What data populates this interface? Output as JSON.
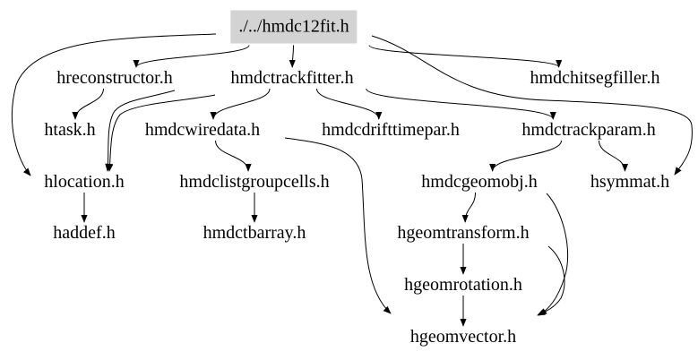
{
  "graph": {
    "root_fill": "#d3d3d3",
    "edge_color": "#000000",
    "nodes": [
      {
        "id": "hmdc12fit",
        "label": "./../hmdc12fit.h",
        "root": true
      },
      {
        "id": "hreconstructor",
        "label": "hreconstructor.h"
      },
      {
        "id": "hmdctrackfitter",
        "label": "hmdctrackfitter.h"
      },
      {
        "id": "hmdchitsegfiller",
        "label": "hmdchitsegfiller.h"
      },
      {
        "id": "htask",
        "label": "htask.h"
      },
      {
        "id": "hmdcwiredata",
        "label": "hmdcwiredata.h"
      },
      {
        "id": "hmdcdrifttimepar",
        "label": "hmdcdrifttimepar.h"
      },
      {
        "id": "hmdctrackparam",
        "label": "hmdctrackparam.h"
      },
      {
        "id": "hlocation",
        "label": "hlocation.h"
      },
      {
        "id": "hmdclistgroupcells",
        "label": "hmdclistgroupcells.h"
      },
      {
        "id": "hmdcgeomobj",
        "label": "hmdcgeomobj.h"
      },
      {
        "id": "hsymmat",
        "label": "hsymmat.h"
      },
      {
        "id": "haddef",
        "label": "haddef.h"
      },
      {
        "id": "hmdctbarray",
        "label": "hmdctbarray.h"
      },
      {
        "id": "hgeomtransform",
        "label": "hgeomtransform.h"
      },
      {
        "id": "hgeomrotation",
        "label": "hgeomrotation.h"
      },
      {
        "id": "hgeomvector",
        "label": "hgeomvector.h"
      }
    ],
    "edges": [
      {
        "from": "hmdc12fit",
        "to": "hreconstructor"
      },
      {
        "from": "hmdc12fit",
        "to": "hmdctrackfitter"
      },
      {
        "from": "hmdc12fit",
        "to": "hmdchitsegfiller"
      },
      {
        "from": "hmdc12fit",
        "to": "hlocation"
      },
      {
        "from": "hmdc12fit",
        "to": "hsymmat"
      },
      {
        "from": "hreconstructor",
        "to": "htask"
      },
      {
        "from": "hreconstructor",
        "to": "hlocation"
      },
      {
        "from": "hmdctrackfitter",
        "to": "hmdcwiredata"
      },
      {
        "from": "hmdctrackfitter",
        "to": "hmdcdrifttimepar"
      },
      {
        "from": "hmdctrackfitter",
        "to": "hmdctrackparam"
      },
      {
        "from": "hmdctrackfitter",
        "to": "hlocation"
      },
      {
        "from": "hmdcwiredata",
        "to": "hmdclistgroupcells"
      },
      {
        "from": "hmdcwiredata",
        "to": "hgeomvector"
      },
      {
        "from": "hmdctrackparam",
        "to": "hmdcgeomobj"
      },
      {
        "from": "hmdctrackparam",
        "to": "hsymmat"
      },
      {
        "from": "hlocation",
        "to": "haddef"
      },
      {
        "from": "hmdclistgroupcells",
        "to": "hmdctbarray"
      },
      {
        "from": "hmdcgeomobj",
        "to": "hgeomtransform"
      },
      {
        "from": "hmdcgeomobj",
        "to": "hgeomvector"
      },
      {
        "from": "hgeomtransform",
        "to": "hgeomrotation"
      },
      {
        "from": "hgeomtransform",
        "to": "hgeomvector"
      },
      {
        "from": "hgeomrotation",
        "to": "hgeomvector"
      }
    ]
  }
}
